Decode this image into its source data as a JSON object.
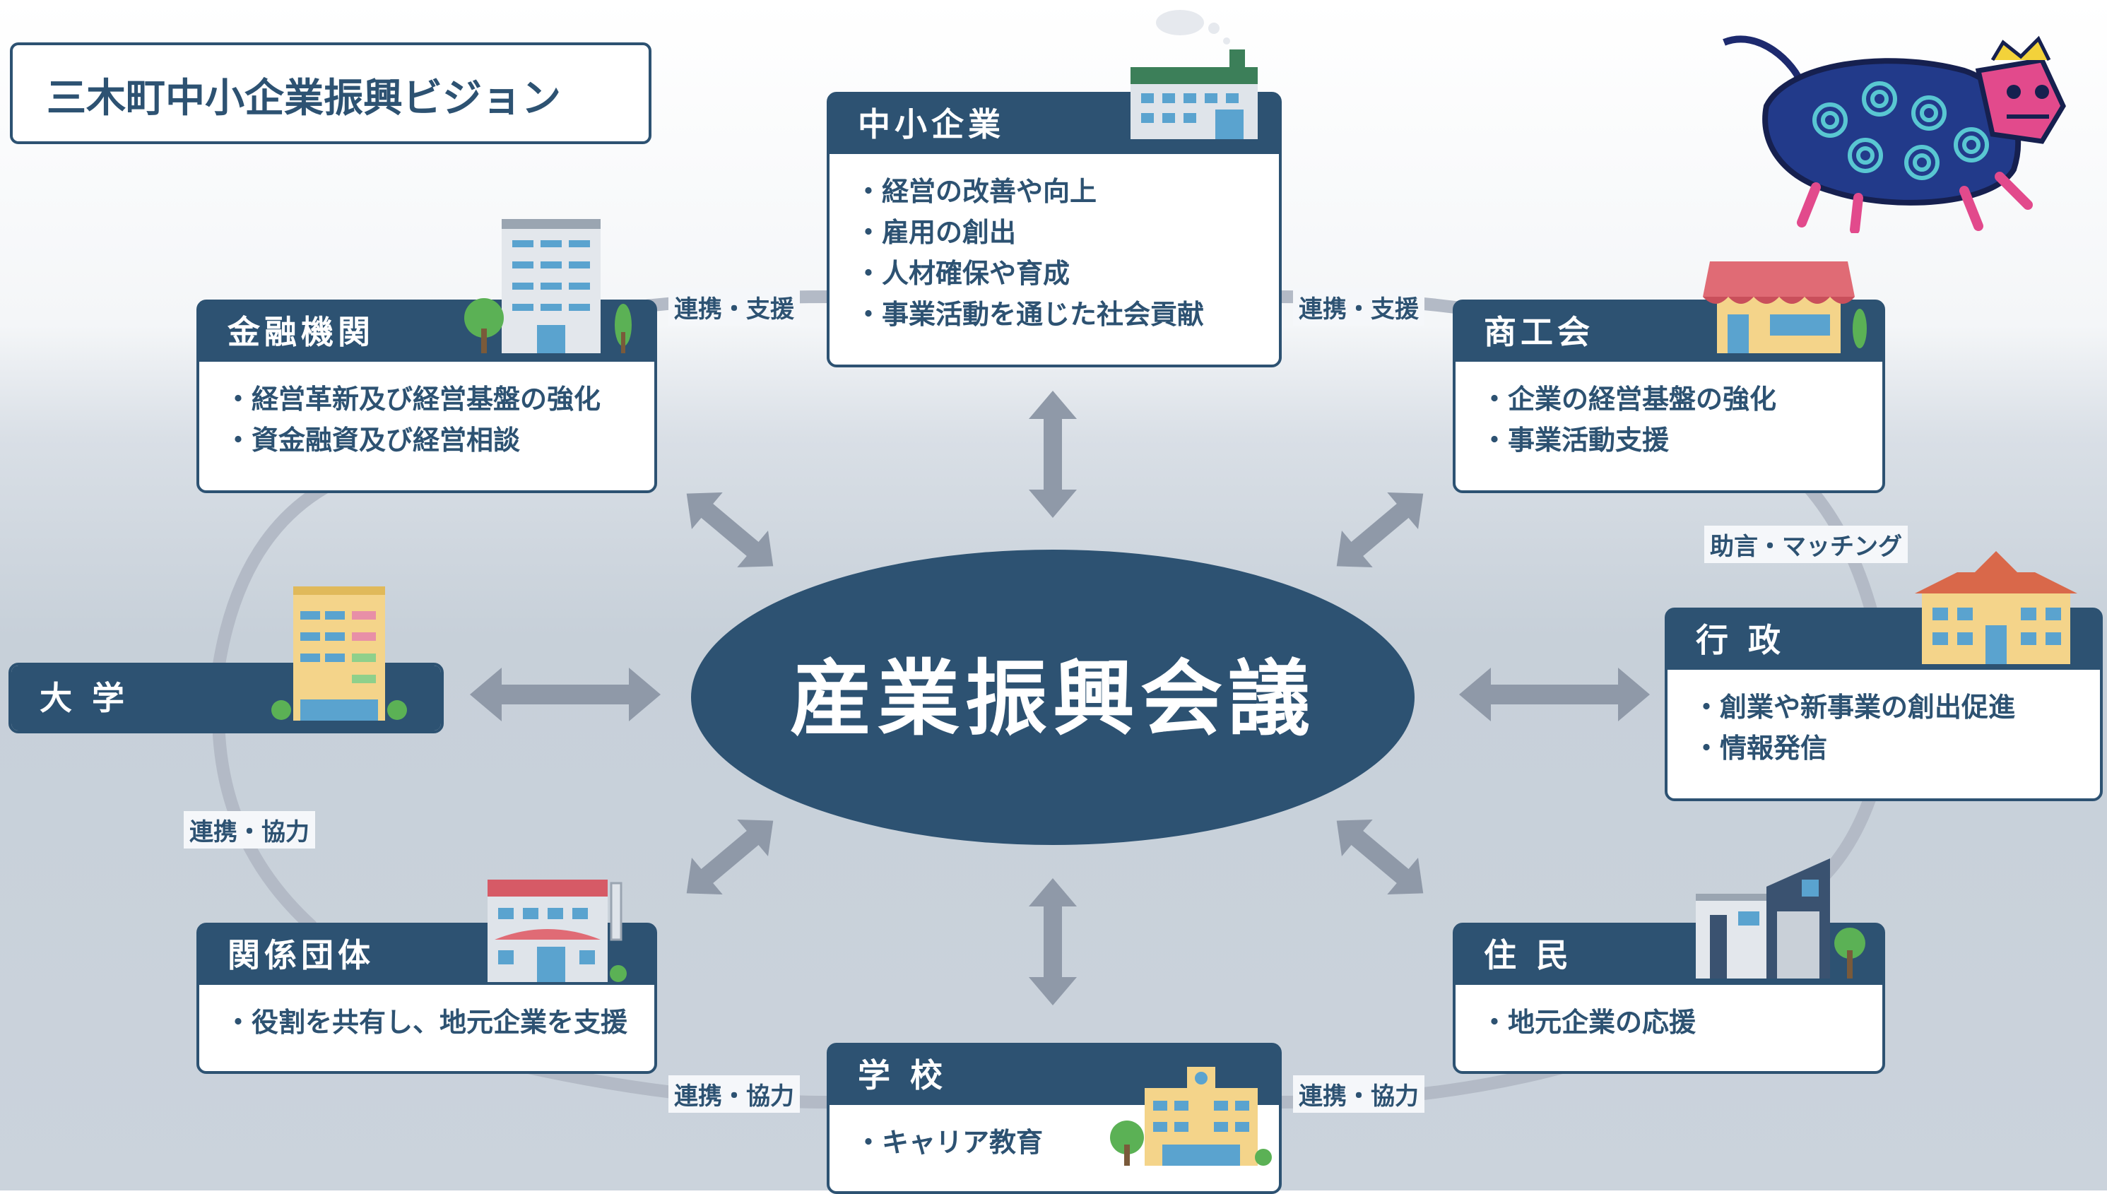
{
  "vision_title": "三木町中小企業振興ビジョン",
  "center": "産業振興会議",
  "nodes": {
    "sme": {
      "title": "中小企業",
      "lines": [
        "・経営の改善や向上",
        "・雇用の創出",
        "・人材確保や育成",
        "・事業活動を通じた社会貢献"
      ]
    },
    "finance": {
      "title": "金融機関",
      "lines": [
        "・経営革新及び経営基盤の強化",
        "・資金融資及び経営相談"
      ]
    },
    "commerce": {
      "title": "商工会",
      "lines": [
        "・企業の経営基盤の強化",
        "・事業活動支援"
      ]
    },
    "gov": {
      "title": "行 政",
      "lines": [
        "・創業や新事業の創出促進",
        "・情報発信"
      ]
    },
    "university": {
      "title": "大 学"
    },
    "related": {
      "title": "関係団体",
      "lines": [
        "・役割を共有し、地元企業を支援"
      ]
    },
    "school": {
      "title": "学 校",
      "lines": [
        "・キャリア教育"
      ]
    },
    "residents": {
      "title": "住 民",
      "lines": [
        "・地元企業の応援"
      ]
    }
  },
  "links": {
    "finance_sme": "連携・支援",
    "sme_commerce": "連携・支援",
    "commerce_gov": "助言・マッチング",
    "university_related": "連携・協力",
    "related_school": "連携・協力",
    "school_residents": "連携・協力"
  },
  "colors": {
    "navy": "#2d5272",
    "arrow": "#8f99a8",
    "ring": "#b3bac6",
    "white": "#ffffff"
  }
}
